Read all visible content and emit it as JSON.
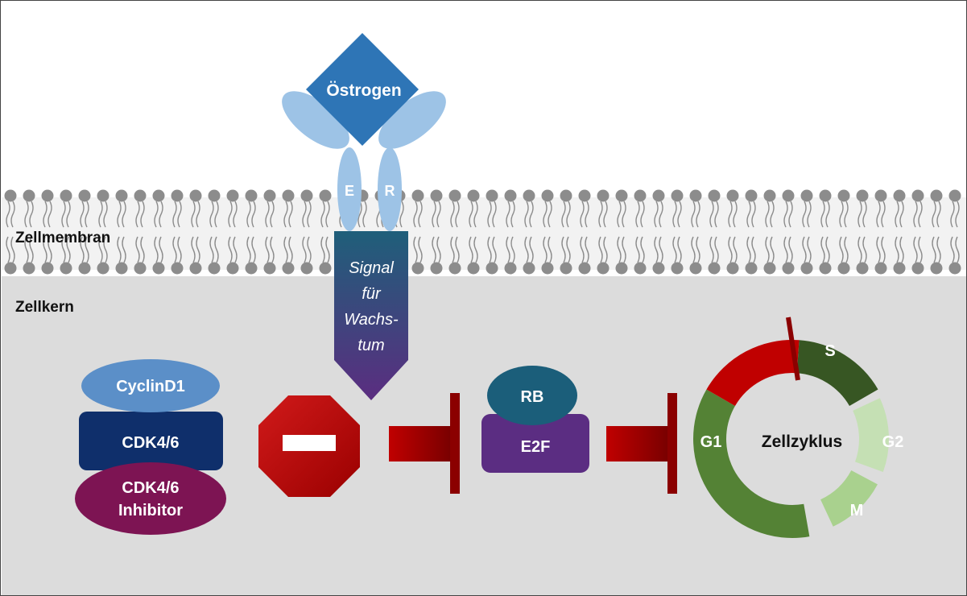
{
  "labels": {
    "membrane": "Zellmembran",
    "nucleus": "Zellkern",
    "estrogen": "Östrogen",
    "receptor_left": "E",
    "receptor_right": "R",
    "signal_line1": "Signal",
    "signal_line2": "für",
    "signal_line3": "Wachs-",
    "signal_line4": "tum",
    "cyclin": "CyclinD1",
    "cdk": "CDK4/6",
    "inhibitor_line1": "CDK4/6",
    "inhibitor_line2": "Inhibitor",
    "rb": "RB",
    "e2f": "E2F",
    "cycle_title": "Zellzyklus",
    "phase_g1": "G1",
    "phase_s": "S",
    "phase_g2": "G2",
    "phase_m": "M"
  },
  "colors": {
    "nucleus_bg": "#dcdcdc",
    "lipid": "#8c8c8c",
    "estrogen": "#2e75b6",
    "receptor": "#9dc3e6",
    "signal_top": "#1f5f7a",
    "signal_bottom": "#5b2d80",
    "cyclin": "#5b8fc8",
    "cdk": "#0f2f6b",
    "inhibitor": "#7d1453",
    "stop": "#c00000",
    "inhibit_bar": "#8b0000",
    "rb": "#1b5e7a",
    "e2f": "#5b2d82",
    "g1": "#548235",
    "g1_red": "#c00000",
    "s": "#375623",
    "g2": "#c5e0b4",
    "m": "#a9d18e"
  }
}
